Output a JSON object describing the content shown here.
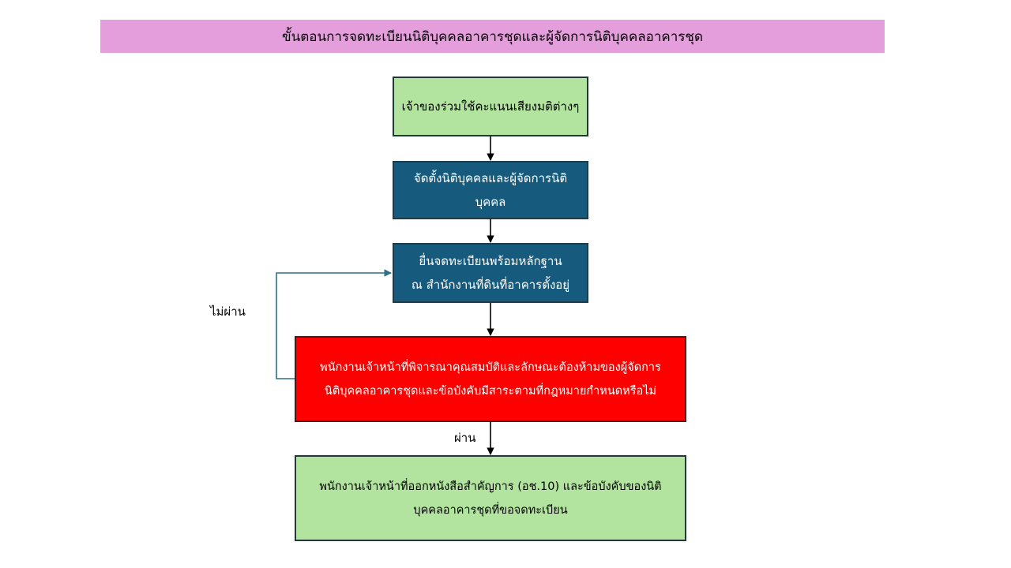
{
  "title": "ขั้นตอนการจดทะเบียนนิติบุคคลอาคารชุดและผู้จัดการนิติบุคคลอาคารชุด",
  "steps": [
    {
      "lines": [
        "เจ้าของร่วมใช้คะแนนเสียงมติต่างๆ"
      ],
      "color": "#b2e49f"
    },
    {
      "lines": [
        "จัดตั้งนิติบุคคลและผู้จัดการนิติ",
        "บุคคล"
      ],
      "color": "#165a7d"
    },
    {
      "lines": [
        "ยื่นจดทะเบียนพร้อมหลักฐาน",
        "ณ สำนักงานที่ดินที่อาคารตั้งอยู่"
      ],
      "color": "#165a7d"
    },
    {
      "lines": [
        "พนักงานเจ้าหน้าที่พิจารณาคุณสมบัติและลักษณะต้องห้ามของผู้จัดการ",
        "นิติบุคคลอาคารชุดและข้อบังคับมีสาระตามที่กฎหมายกำหนดหรือไม่"
      ],
      "color": "#fe0000"
    },
    {
      "lines": [
        "พนักงานเจ้าหน้าที่ออกหนังสือสำคัญการ (อช.10) และข้อบังคับของนิติ",
        "บุคคลอาคารชุดที่ขอจดทะเบียน"
      ],
      "color": "#b2e49f"
    }
  ],
  "edge_labels": {
    "fail": "ไม่ผ่าน",
    "pass": "ผ่าน"
  },
  "colors": {
    "title_background": "#e39edb",
    "loop_back_arrow": "#2e6f8a",
    "arrow": "#000000"
  }
}
